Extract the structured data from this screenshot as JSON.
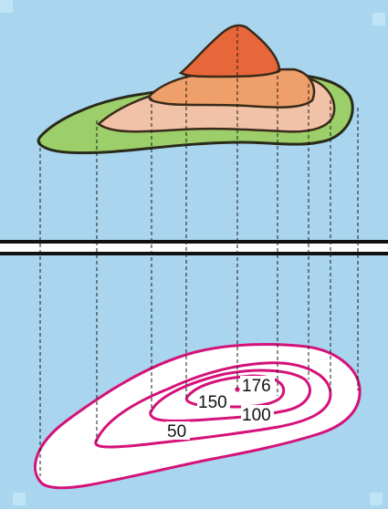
{
  "figure": {
    "background_color": "#a9d6ee",
    "corner_mark_color": "#bfe4f6",
    "separator_color": "#111111",
    "guide_line_color": "#1a1a1a"
  },
  "relief_profile": {
    "layers": [
      {
        "name": "base",
        "fill": "#9ccf6a",
        "stroke": "#2a2a1a"
      },
      {
        "name": "lower-slope",
        "fill": "#f2c2a8",
        "stroke": "#3a2a1a"
      },
      {
        "name": "middle-slope",
        "fill": "#efa06a",
        "stroke": "#3a2a1a"
      },
      {
        "name": "summit",
        "fill": "#e8673a",
        "stroke": "#3a2a1a"
      }
    ]
  },
  "contour_map": {
    "line_color": "#d4127a",
    "paper_color": "#ffffff",
    "labels": [
      "50",
      "100",
      "150",
      "176"
    ],
    "summit_marker_color": "#d4127a"
  }
}
